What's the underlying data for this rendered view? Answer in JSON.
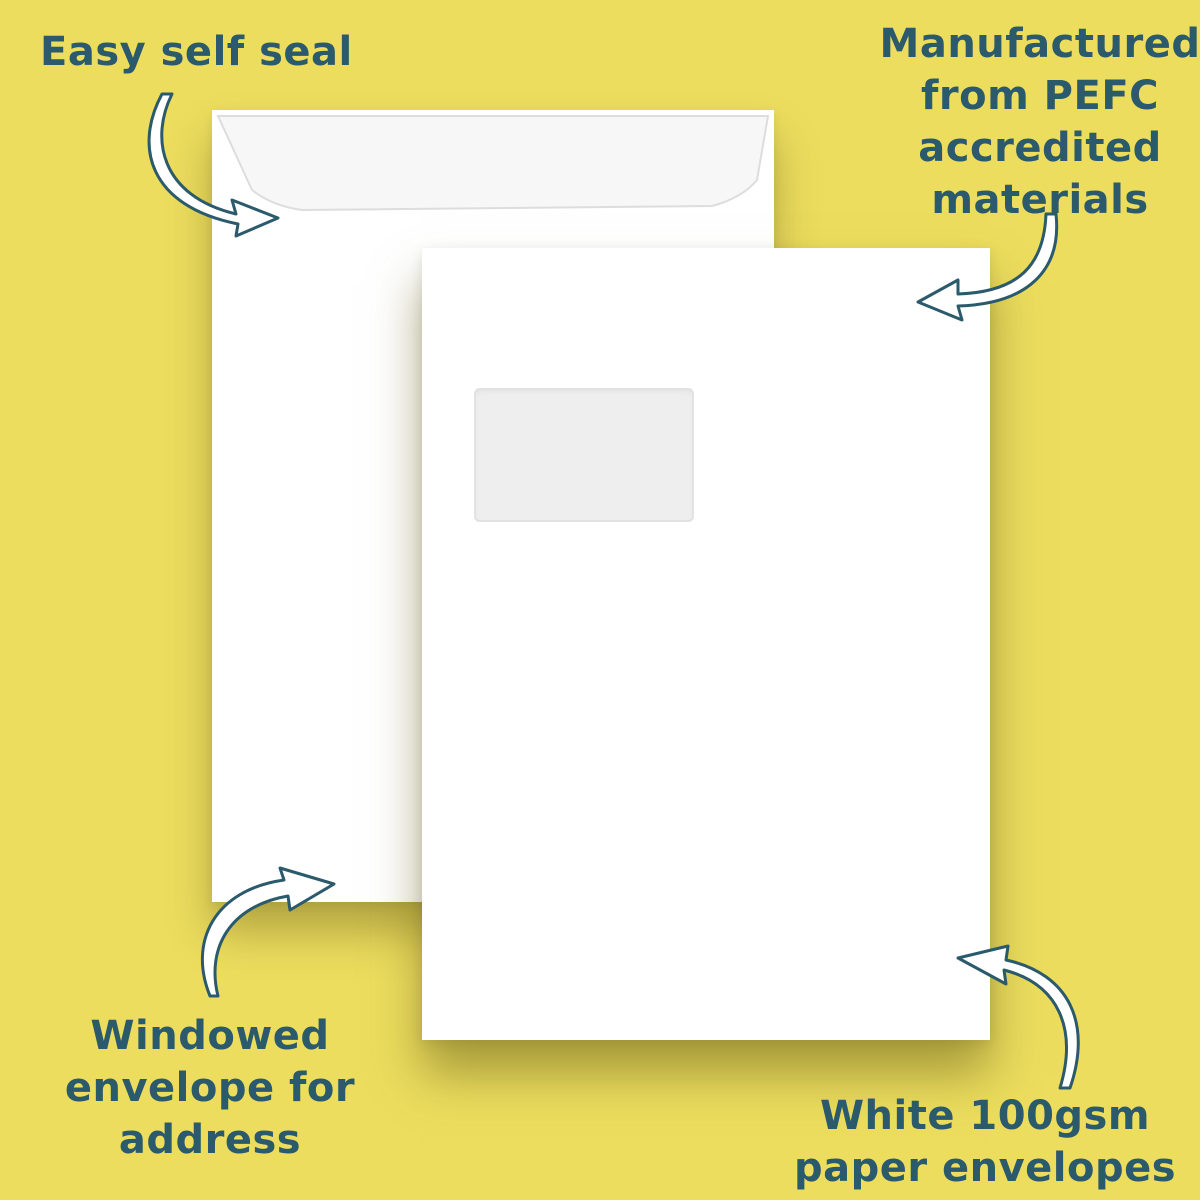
{
  "callouts": {
    "seal": "Easy self seal",
    "pefc": [
      "Manufactured",
      "from PEFC",
      "accredited",
      "materials"
    ],
    "window": [
      "Windowed",
      "envelope for",
      "address"
    ],
    "white": [
      "White 100gsm",
      "paper envelopes"
    ]
  },
  "colors": {
    "background": "#ecdd5e",
    "text": "#2a5a6b",
    "arrow_stroke": "#2a5a6b",
    "arrow_fill": "#ffffff",
    "envelope": "#ffffff",
    "window": "#eeeeee"
  }
}
